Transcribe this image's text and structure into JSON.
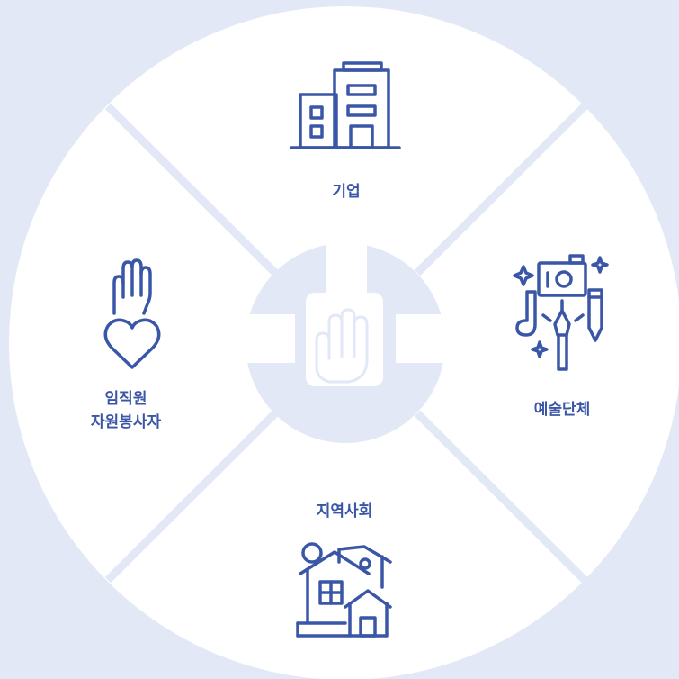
{
  "diagram": {
    "segments": [
      {
        "id": "top",
        "label": "기업",
        "icon": "building-icon"
      },
      {
        "id": "right",
        "label": "예술단체",
        "icon": "art-supplies-icon"
      },
      {
        "id": "bottom",
        "label": "지역사회",
        "icon": "houses-icon"
      },
      {
        "id": "left",
        "label_line1": "임직원",
        "label_line2": "자원봉사자",
        "icon": "hand-heart-icon"
      }
    ],
    "center_icon": "stacked-hands-icon"
  },
  "colors": {
    "background": "#e2e8f5",
    "circle": "#ffffff",
    "accent": "#3a56a7",
    "divider": "#e2e8f5"
  }
}
